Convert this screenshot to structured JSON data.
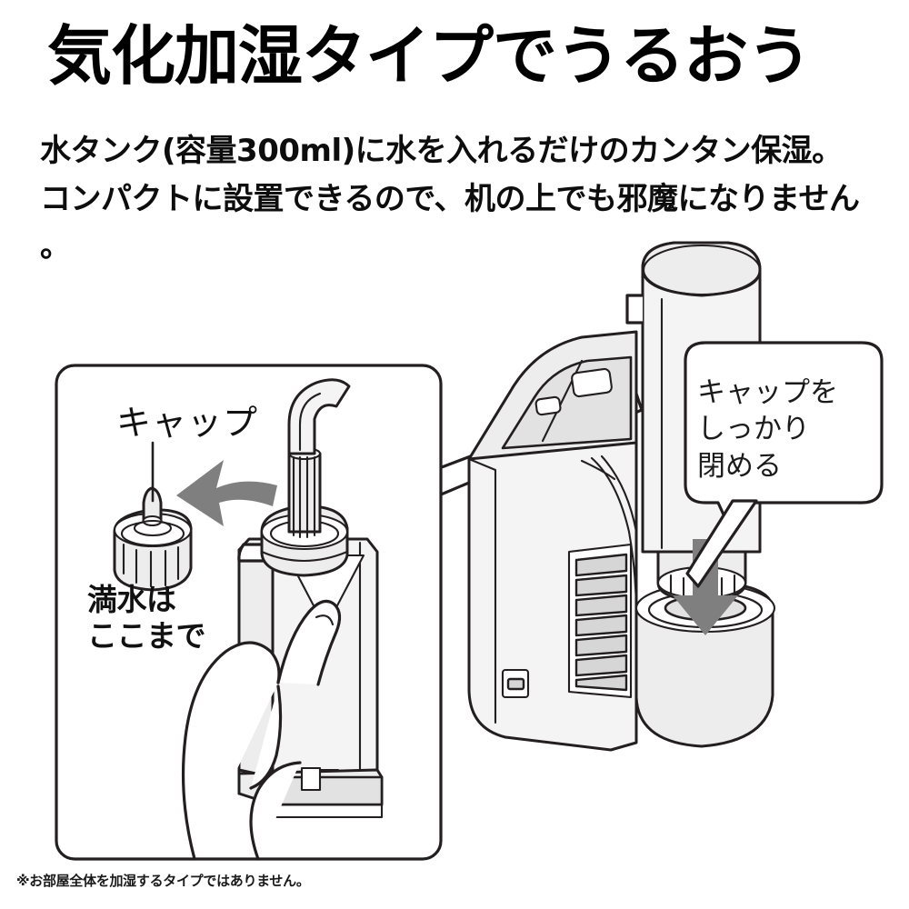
{
  "headline": "気化加湿タイプでうるおう",
  "body": {
    "line1": "水タンク(容量300ml)に水を入れるだけのカンタン保湿。",
    "line2": "コンパクトに設置できるので、机の上でも邪魔になりません",
    "line3": "。"
  },
  "footnote": "※お部屋全体を加湿するタイプではありません。",
  "inset_panel": {
    "cap_label": "キャップ",
    "full_water_label_line1": "満水は",
    "full_water_label_line2": "ここまで"
  },
  "callout": {
    "line1": "キャップを",
    "line2": "しっかり",
    "line3": "閉める"
  },
  "icons": {
    "curved_arrow": "curved-arrow-left-icon",
    "down_arrow": "down-arrow-icon",
    "leader_band": "leader-band-icon"
  },
  "colors": {
    "ink": "#1a1a1a",
    "outline": "#231f20",
    "arrow_gray": "#7f7f7f",
    "panel_fill": "#ffffff",
    "shade_light": "#f2f2f2",
    "shade_mid": "#e6e6e6",
    "shade_dark": "#d9d9d9",
    "background": "#ffffff"
  },
  "product": {
    "type": "desktop evaporative humidifier",
    "tank_capacity_ml": 300
  }
}
